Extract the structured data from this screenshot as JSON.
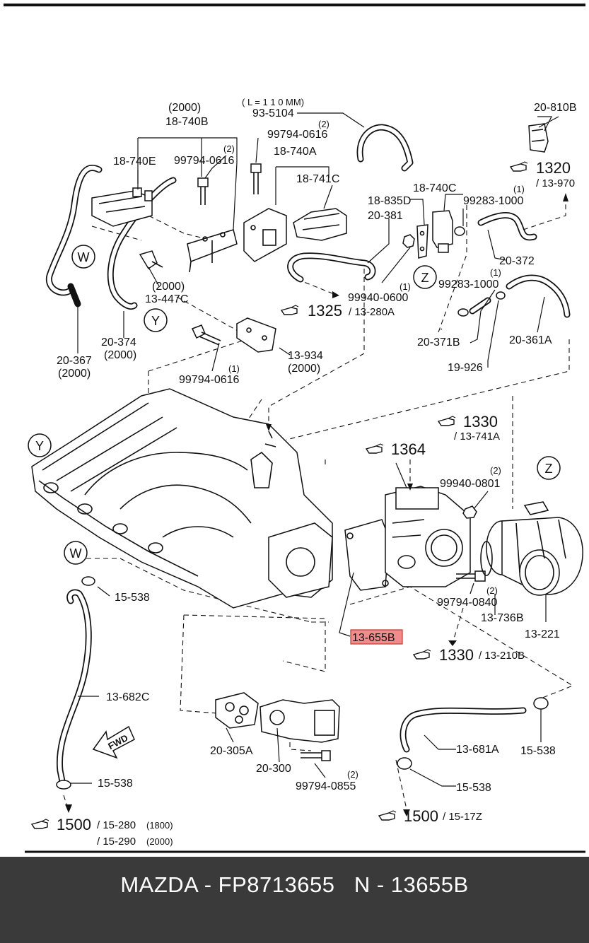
{
  "footer": {
    "title": "MAZDA - FP8713655   N - 13655B"
  },
  "highlight": {
    "part": "13-655B",
    "color": "#f28b8b"
  },
  "labels": {
    "year2000_a": "(2000)",
    "p18_740B": "18-740B",
    "p18_740E": "18-740E",
    "p99794_0616_a": "99794-0616",
    "q2_a": "(2)",
    "p20_367": "20-367",
    "year2000_b": "(2000)",
    "p20_374": "20-374",
    "year2000_c": "(2000)",
    "year2000_d": "(2000)",
    "p13_447C": "13-447C",
    "l110": "( L = 1 1 0 MM)",
    "p93_5104": "93-5104",
    "p99794_0616_b": "99794-0616",
    "q2_b": "(2)",
    "p18_740A": "18-740A",
    "p18_741C": "18-741C",
    "p18_835D": "18-835D",
    "p20_381": "20-381",
    "p18_740C": "18-740C",
    "q1_a": "(1)",
    "p99283_1000_a": "99283-1000",
    "p20_372": "20-372",
    "p99940_0600": "99940-0600",
    "q1_b": "(1)",
    "p99283_1000_b": "99283-1000",
    "q1_c": "(1)",
    "p20_371B": "20-371B",
    "p20_361A": "20-361A",
    "p19_926": "19-926",
    "p20_810B": "20-810B",
    "p99794_0616_c": "99794-0616",
    "q1_d": "(1)",
    "p13_934": "13-934",
    "year2000_e": "(2000)",
    "p99940_0801": "99940-0801",
    "q2_c": "(2)",
    "p99794_0840": "99794-0840",
    "q2_d": "(2)",
    "p13_736B": "13-736B",
    "p13_221": "13-221",
    "p15_538_a": "15-538",
    "p13_682C": "13-682C",
    "p15_538_b": "15-538",
    "p20_305A": "20-305A",
    "p20_300": "20-300",
    "p99794_0855": "99794-0855",
    "q2_e": "(2)",
    "p13_681A": "13-681A",
    "p15_538_c": "15-538",
    "p15_538_d": "15-538",
    "fwd": "FWD"
  },
  "callouts": {
    "W": "W",
    "Y": "Y",
    "Z": "Z"
  },
  "refs": {
    "r1320": {
      "num": "1320",
      "sub": "/ 13-970"
    },
    "r1325": {
      "num": "1325",
      "sub": "/ 13-280A"
    },
    "r1330_a": {
      "num": "1330",
      "sub": "/ 13-741A"
    },
    "r1364": {
      "num": "1364"
    },
    "r1330_b": {
      "num": "1330",
      "sub": "/ 13-210B"
    },
    "r1500_a": {
      "num": "1500",
      "sub": "/ 15-17Z"
    },
    "r1500_b": {
      "num": "1500",
      "sub1": "/ 15-280",
      "y1": "(1800)",
      "sub2": "/ 15-290",
      "y2": "(2000)"
    }
  }
}
